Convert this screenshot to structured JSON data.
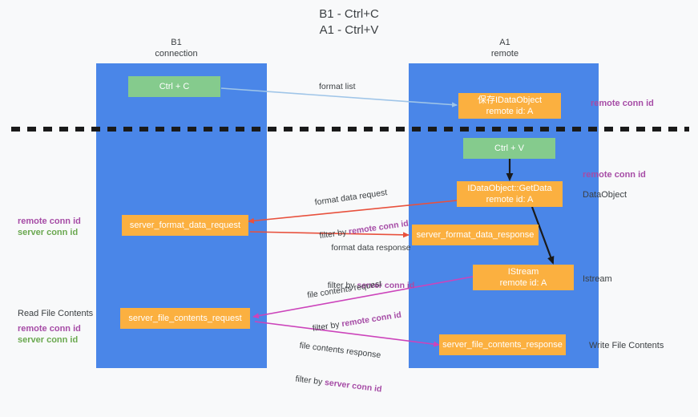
{
  "title": "B1 - Ctrl+C\nA1 - Ctrl+V",
  "columns": [
    {
      "name": "B1",
      "sub": "connection",
      "label": "B1\nconnection"
    },
    {
      "name": "A1",
      "sub": "remote",
      "label": "A1\nremote"
    }
  ],
  "nodes": {
    "ctrl_c": "Ctrl + C",
    "ctrl_v": "Ctrl + V",
    "save_dataobject_l1": "保存IDataObject",
    "save_dataobject_l2": "remote id: A",
    "getdata_l1": "IDataObject::GetData",
    "getdata_l2": "remote id: A",
    "istream_l1": "IStream",
    "istream_l2": "remote id: A",
    "server_format_data_request": "server_format_data_request",
    "server_format_data_response": "server_format_data_response",
    "server_file_contents_request": "server_file_contents_request",
    "server_file_contents_response": "server_file_contents_response"
  },
  "edge_labels": {
    "format_list": "format list",
    "format_data_request": "format data request",
    "format_data_request_filter_prefix": "filter by ",
    "format_data_request_filter_key": "remote conn id",
    "format_data_response": "format data response",
    "format_data_response_filter_prefix": "filter by ",
    "format_data_response_filter_key": "server conn id",
    "file_contents_request": "file contents request",
    "file_contents_request_filter_prefix": "filter by ",
    "file_contents_request_filter_key": "remote conn id",
    "file_contents_response": "file contents response",
    "file_contents_response_filter_prefix": "filter by ",
    "file_contents_response_filter_key": "server conn id"
  },
  "annotations": {
    "right_remote_conn_id_top": "remote conn id",
    "right_remote_conn_id_mid": "remote conn id",
    "right_dataobject": "DataObject",
    "right_istream": "Istream",
    "right_write_file_contents": "Write File Contents",
    "left_remote_conn_id": "remote conn id",
    "left_server_conn_id": "server conn id",
    "left_read_file_contents": "Read File Contents",
    "left_remote_conn_id_2": "remote conn id",
    "left_server_conn_id_2": "server conn id"
  },
  "colors": {
    "lane": "#4a86e8",
    "green_box": "#85cb8d",
    "orange_box": "#fbb040",
    "purple": "#a64ca6",
    "green_text": "#6aa84f",
    "arrow_light_blue": "#9fc5e8",
    "arrow_red": "#e8513d",
    "arrow_magenta": "#cc44bb",
    "arrow_black": "#1a1a1a",
    "background": "#f8f9fa"
  }
}
